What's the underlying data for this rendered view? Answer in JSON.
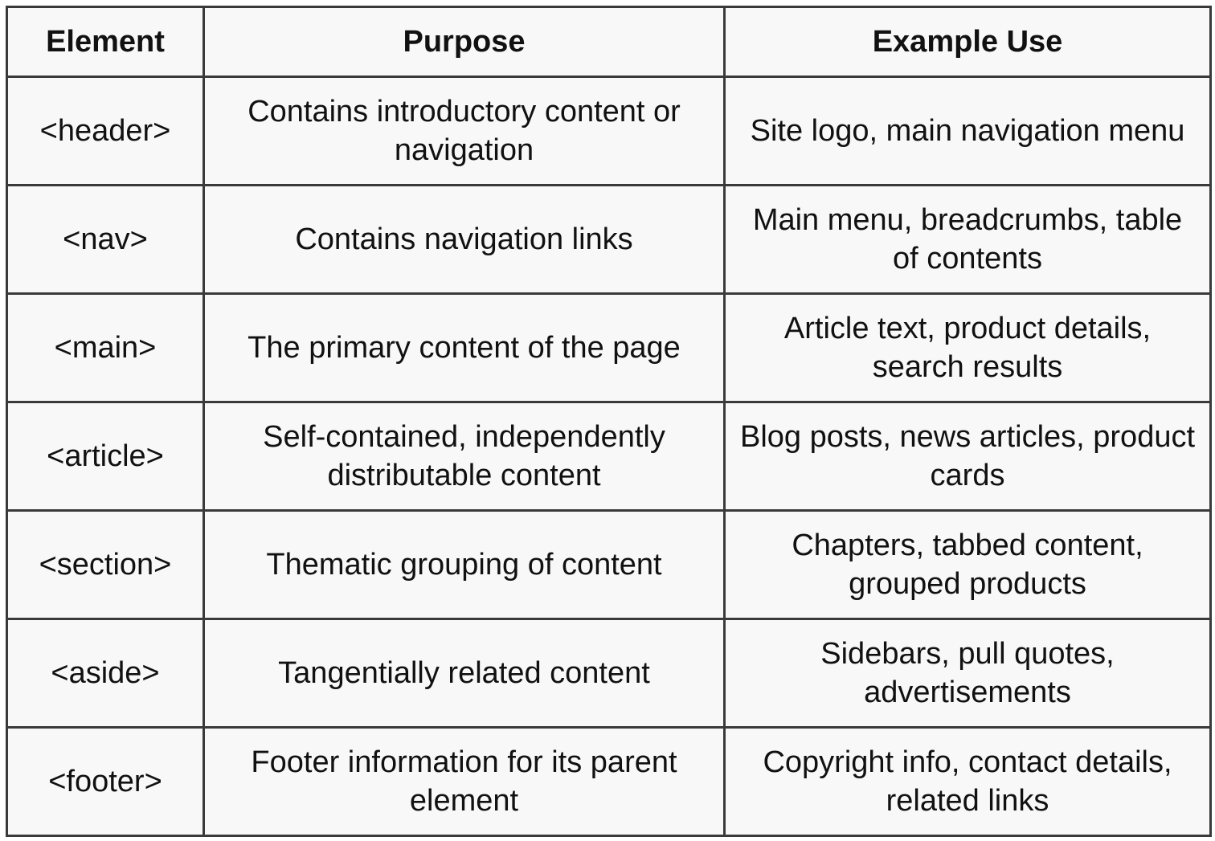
{
  "table": {
    "headers": [
      "Element",
      "Purpose",
      "Example Use"
    ],
    "rows": [
      {
        "element": "<header>",
        "purpose": "Contains introductory content or navigation",
        "example": "Site logo, main navigation menu"
      },
      {
        "element": "<nav>",
        "purpose": "Contains navigation links",
        "example": "Main menu, breadcrumbs, table of contents"
      },
      {
        "element": "<main>",
        "purpose": "The primary content of the page",
        "example": "Article text, product details, search results"
      },
      {
        "element": "<article>",
        "purpose": "Self-contained, independently distributable content",
        "example": "Blog posts, news articles, product cards"
      },
      {
        "element": "<section>",
        "purpose": "Thematic grouping of content",
        "example": "Chapters, tabbed content, grouped products"
      },
      {
        "element": "<aside>",
        "purpose": "Tangentially related content",
        "example": "Sidebars, pull quotes, advertisements"
      },
      {
        "element": "<footer>",
        "purpose": "Footer information for its parent element",
        "example": "Copyright info, contact details, related links"
      }
    ]
  }
}
